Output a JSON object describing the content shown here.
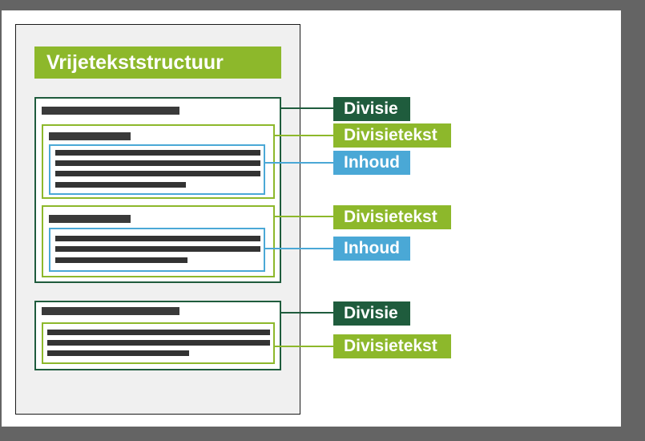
{
  "diagram": {
    "title": "Vrijetekststructuur",
    "labels": {
      "divisie_1": "Divisie",
      "divisietekst_1": "Divisietekst",
      "inhoud_1": "Inhoud",
      "divisietekst_2": "Divisietekst",
      "inhoud_2": "Inhoud",
      "divisie_2": "Divisie",
      "divisietekst_3": "Divisietekst"
    },
    "colors": {
      "divisie": "#1f5c3d",
      "divisietekst": "#8db82b",
      "inhoud": "#4aa8d6",
      "canvas_background": "#646464",
      "page_background": "#f0f0f0"
    }
  }
}
